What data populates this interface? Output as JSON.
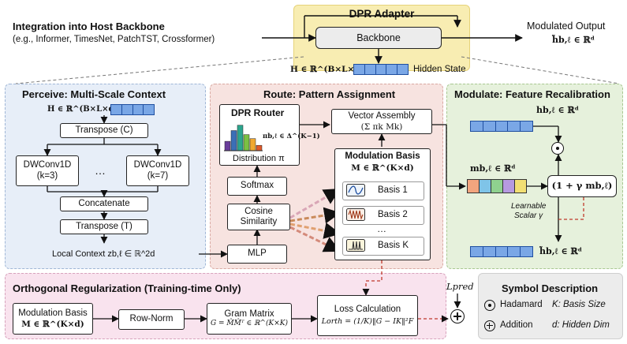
{
  "colors": {
    "adapter_bg": "#f8edb2",
    "perceive_bg": "#e7eef8",
    "route_bg": "#f7e3e0",
    "modulate_bg": "#e6f1dc",
    "ortho_bg": "#f9e3ee",
    "symbol_bg": "#ececec",
    "vector_blue": "#7aa7e6",
    "red_dash": "#c0392b"
  },
  "integration": {
    "title": "Integration into Host Backbone",
    "subtitle": "(e.g., Informer, TimesNet, PatchTST, Crossformer)"
  },
  "adapter": {
    "title": "DPR Adapter",
    "backbone_label": "Backbone",
    "output_title": "Modulated Output",
    "output_formula": "h̃b,ℓ ∈ ℝᵈ",
    "hidden_formula": "H ∈ ℝ^(B×L×d)",
    "hidden_label": "Hidden State"
  },
  "perceive": {
    "title": "Perceive: Multi-Scale Context",
    "input_formula": "H ∈ ℝ^(B×L×d)",
    "transpose_c": "Transpose (C)",
    "dwconv_left_1": "DWConv1D",
    "dwconv_left_2": "(k=3)",
    "dwconv_right_1": "DWConv1D",
    "dwconv_right_2": "(k=7)",
    "ellipsis": "…",
    "concatenate": "Concatenate",
    "transpose_t": "Transpose (T)",
    "local_context": "Local Context zb,ℓ ∈ ℝ^2d"
  },
  "route": {
    "title": "Route: Pattern Assignment",
    "router_title": "DPR Router",
    "pi_formula": "πb,ℓ ∈ Δ^(K−1)",
    "distribution": "Distribution π",
    "softmax": "Softmax",
    "cosine_1": "Cosine",
    "cosine_2": "Similarity",
    "mlp": "MLP",
    "vector_assembly_1": "Vector Assembly",
    "vector_assembly_2": "(Σ πk Mk)",
    "basis_title": "Modulation Basis",
    "basis_formula": "M ∈ ℝ^(K×d)",
    "basis_items": [
      "Basis 1",
      "Basis 2",
      "Basis K"
    ],
    "basis_ellipsis": "…",
    "bar_values": [
      0.35,
      0.75,
      0.95,
      0.6,
      0.45,
      0.2
    ],
    "bar_colors": [
      "#6a3d9a",
      "#3b6fb6",
      "#2ca58d",
      "#7bc043",
      "#f0a830",
      "#e05a2a"
    ]
  },
  "modulate": {
    "title": "Modulate: Feature Recalibration",
    "h_formula": "hb,ℓ ∈ ℝᵈ",
    "m_formula": "mb,ℓ ∈ ℝᵈ",
    "gate_formula": "(1 + γ mb,ℓ)",
    "scalar_1": "Learnable",
    "scalar_2": "Scalar γ",
    "output_formula": "h̃b,ℓ ∈ ℝᵈ",
    "m_colors": [
      "#f2a57e",
      "#7fc4e8",
      "#8fd18f",
      "#b69ae0",
      "#f2df73"
    ]
  },
  "ortho": {
    "title": "Orthogonal Regularization (Training-time Only)",
    "basis_1": "Modulation Basis",
    "basis_2": "M ∈ ℝ^(K×d)",
    "rownorm": "Row-Norm",
    "gram_1": "Gram Matrix",
    "gram_2": "G = M̂M̂ᵀ ∈ ℝ^(K×K)",
    "loss_1": "Loss Calculation",
    "loss_2": "Lorth = (1/K)‖G − IK‖²F",
    "l_pred": "Lpred"
  },
  "symbols": {
    "title": "Symbol Description",
    "hadamard": "Hadamard",
    "addition": "Addition",
    "k_desc": "K: Basis Size",
    "d_desc": "d: Hidden Dim"
  }
}
